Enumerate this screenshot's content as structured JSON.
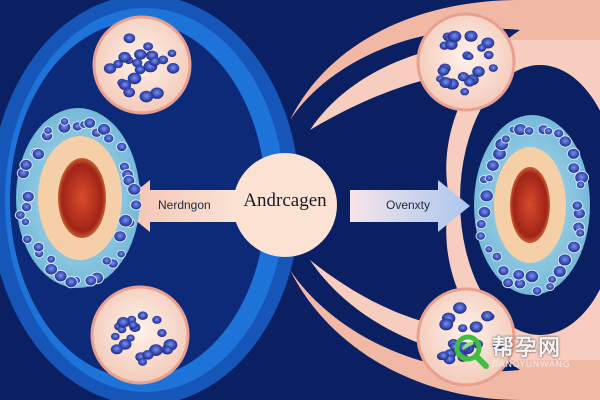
{
  "diagram": {
    "center_label": "Andrcagen",
    "left_arrow_label": "Nerdngon",
    "right_arrow_label": "Ovenxty"
  },
  "watermark": {
    "title": "帮孕网",
    "subtitle": "BANGYUNWANG"
  },
  "colors": {
    "background": "#0b1f63",
    "left_ring": "#1e73d8",
    "right_ring": "#f2b8a6",
    "center_disc": "#fbe2d3",
    "cell_blue": "#3a4fb8",
    "tissue_red": "#c0392b"
  }
}
